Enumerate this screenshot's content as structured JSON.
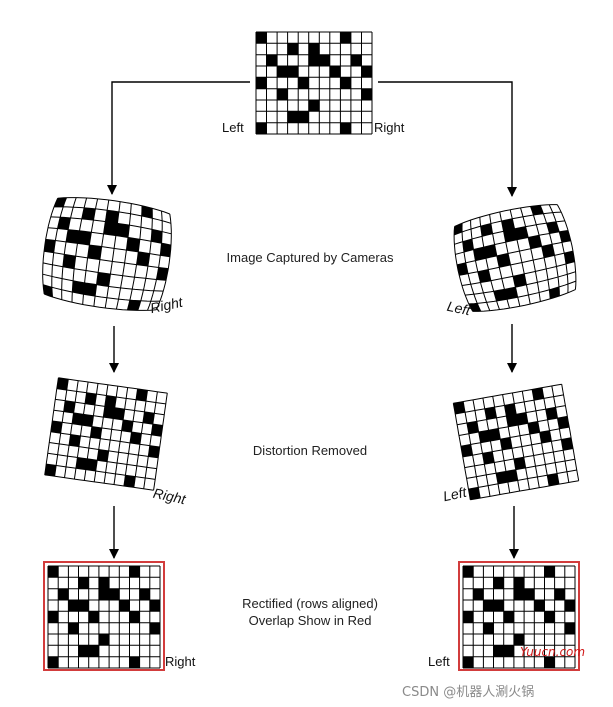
{
  "captions": {
    "captured": "Image Captured by Cameras",
    "distortion": "Distortion Removed",
    "rectified_line1": "Rectified (rows aligned)",
    "rectified_line2": "Overlap Show in Red"
  },
  "labels": {
    "left": "Left",
    "right": "Right"
  },
  "watermarks": {
    "site": "Yuucn.com",
    "author": "CSDN @机器人涮火锅"
  },
  "colors": {
    "grid_line": "#000000",
    "cell_fill": "#000000",
    "overlap_border": "#d23c3c",
    "arrow": "#000000"
  },
  "pattern": [
    "10000000",
    "00010100",
    "01000110",
    "00110001",
    "10001000",
    "00100000",
    "00000100",
    "00011000"
  ]
}
